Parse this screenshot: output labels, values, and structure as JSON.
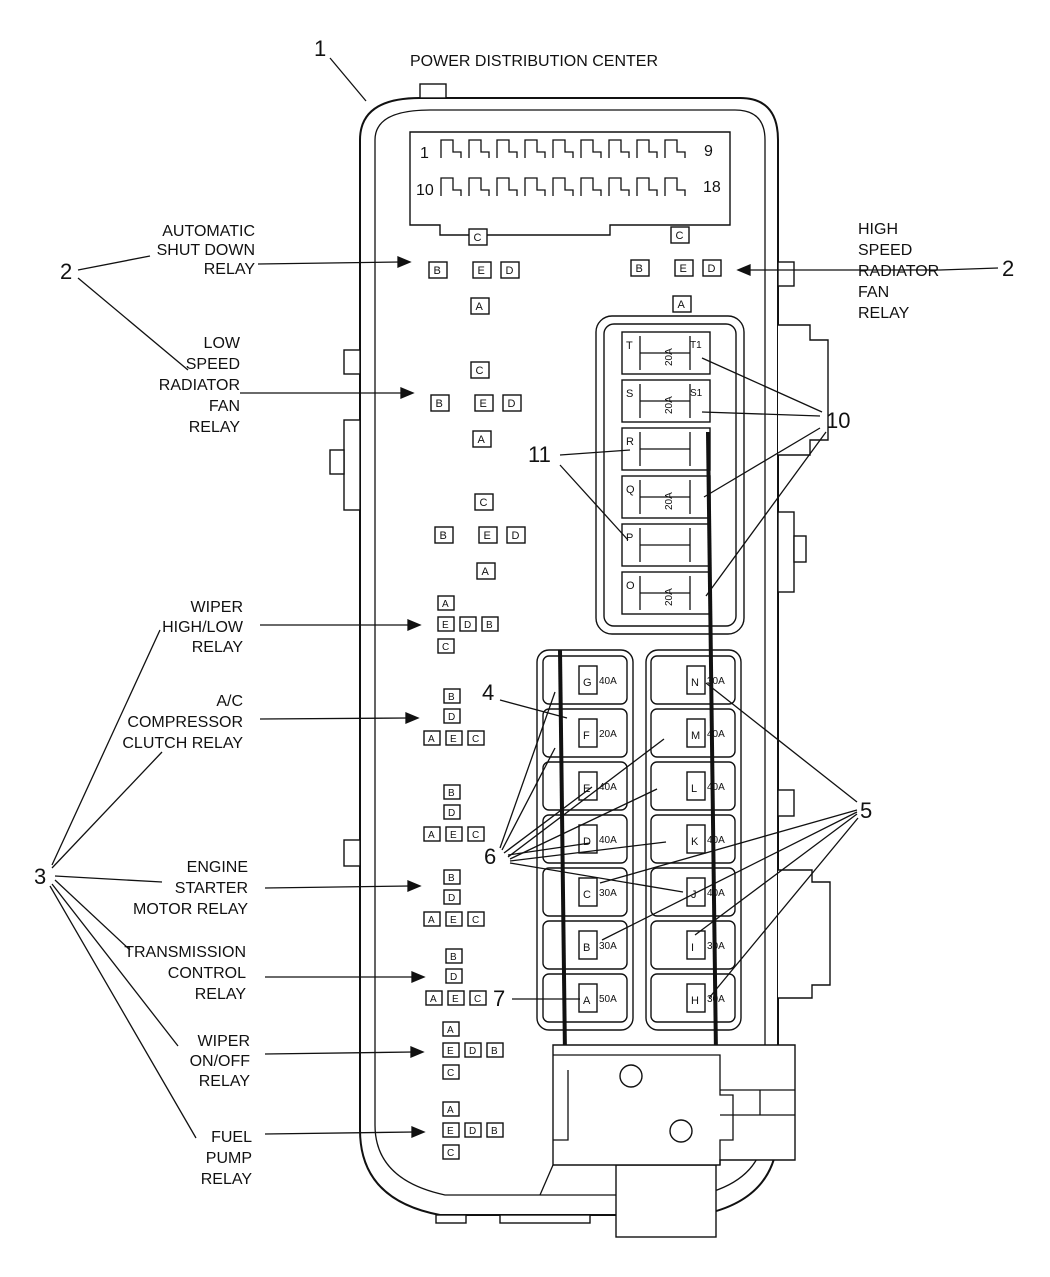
{
  "title": "POWER DISTRIBUTION CENTER",
  "connector": {
    "pin_start_top": "1",
    "pin_end_top": "9",
    "pin_start_bottom": "10",
    "pin_end_bottom": "18"
  },
  "callouts": {
    "n1": "1",
    "n2_left": "2",
    "n2_right": "2",
    "n3": "3",
    "n4": "4",
    "n5": "5",
    "n6": "6",
    "n7": "7",
    "n10": "10",
    "n11": "11"
  },
  "relay_labels": {
    "asd": [
      "AUTOMATIC",
      "SHUT DOWN",
      "RELAY"
    ],
    "hs_fan": [
      "HIGH",
      "SPEED",
      "RADIATOR",
      "FAN",
      "RELAY"
    ],
    "ls_fan": [
      "LOW",
      "SPEED",
      "RADIATOR",
      "FAN",
      "RELAY"
    ],
    "wiper_hl": [
      "WIPER",
      "HIGH/LOW",
      "RELAY"
    ],
    "ac": [
      "A/C",
      "COMPRESSOR",
      "CLUTCH RELAY"
    ],
    "starter": [
      "ENGINE",
      "STARTER",
      "MOTOR RELAY"
    ],
    "trans": [
      "TRANSMISSION",
      "CONTROL",
      "RELAY"
    ],
    "wiper_onoff": [
      "WIPER",
      "ON/OFF",
      "RELAY"
    ],
    "fuel": [
      "FUEL",
      "PUMP",
      "RELAY"
    ]
  },
  "terminals": {
    "a": "A",
    "b": "B",
    "c": "C",
    "d": "D",
    "e": "E"
  },
  "mini_fuses": [
    {
      "id": "T",
      "rating": "20A",
      "sub": "T1"
    },
    {
      "id": "S",
      "rating": "20A",
      "sub": "S1"
    },
    {
      "id": "R",
      "rating": "",
      "sub": ""
    },
    {
      "id": "Q",
      "rating": "20A",
      "sub": ""
    },
    {
      "id": "P",
      "rating": "",
      "sub": ""
    },
    {
      "id": "O",
      "rating": "20A",
      "sub": ""
    }
  ],
  "maxi_left": [
    {
      "id": "G",
      "rating": "40A"
    },
    {
      "id": "F",
      "rating": "20A"
    },
    {
      "id": "E",
      "rating": "40A"
    },
    {
      "id": "D",
      "rating": "40A"
    },
    {
      "id": "C",
      "rating": "30A"
    },
    {
      "id": "B",
      "rating": "30A"
    },
    {
      "id": "A",
      "rating": "50A"
    }
  ],
  "maxi_right": [
    {
      "id": "N",
      "rating": "30A"
    },
    {
      "id": "M",
      "rating": "40A"
    },
    {
      "id": "L",
      "rating": "40A"
    },
    {
      "id": "K",
      "rating": "40A"
    },
    {
      "id": "J",
      "rating": "40A"
    },
    {
      "id": "I",
      "rating": "30A"
    },
    {
      "id": "H",
      "rating": "30A"
    }
  ]
}
